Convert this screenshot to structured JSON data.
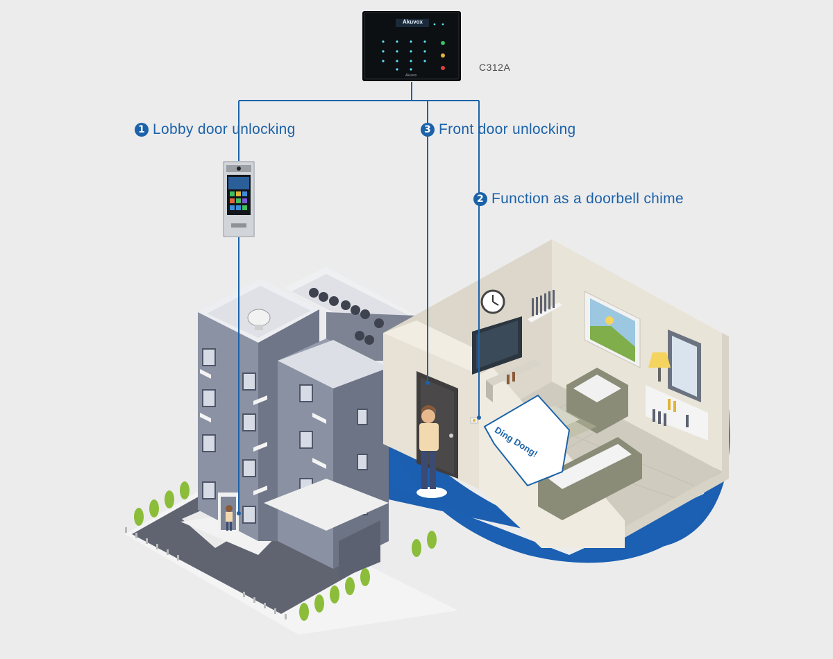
{
  "device": {
    "model_label": "C312A",
    "brand": "Akuvox"
  },
  "callouts": [
    {
      "number": "1",
      "text": "Lobby door unlocking"
    },
    {
      "number": "2",
      "text": "Function as a doorbell chime"
    },
    {
      "number": "3",
      "text": "Front door unlocking"
    }
  ],
  "speech_bubble": "Ding Dong!",
  "colors": {
    "accent_blue": "#1c62a8",
    "background": "#ececed",
    "building": "#7d8393",
    "room_wall": "#e5e1d6",
    "floor": "#d4d0c6"
  }
}
